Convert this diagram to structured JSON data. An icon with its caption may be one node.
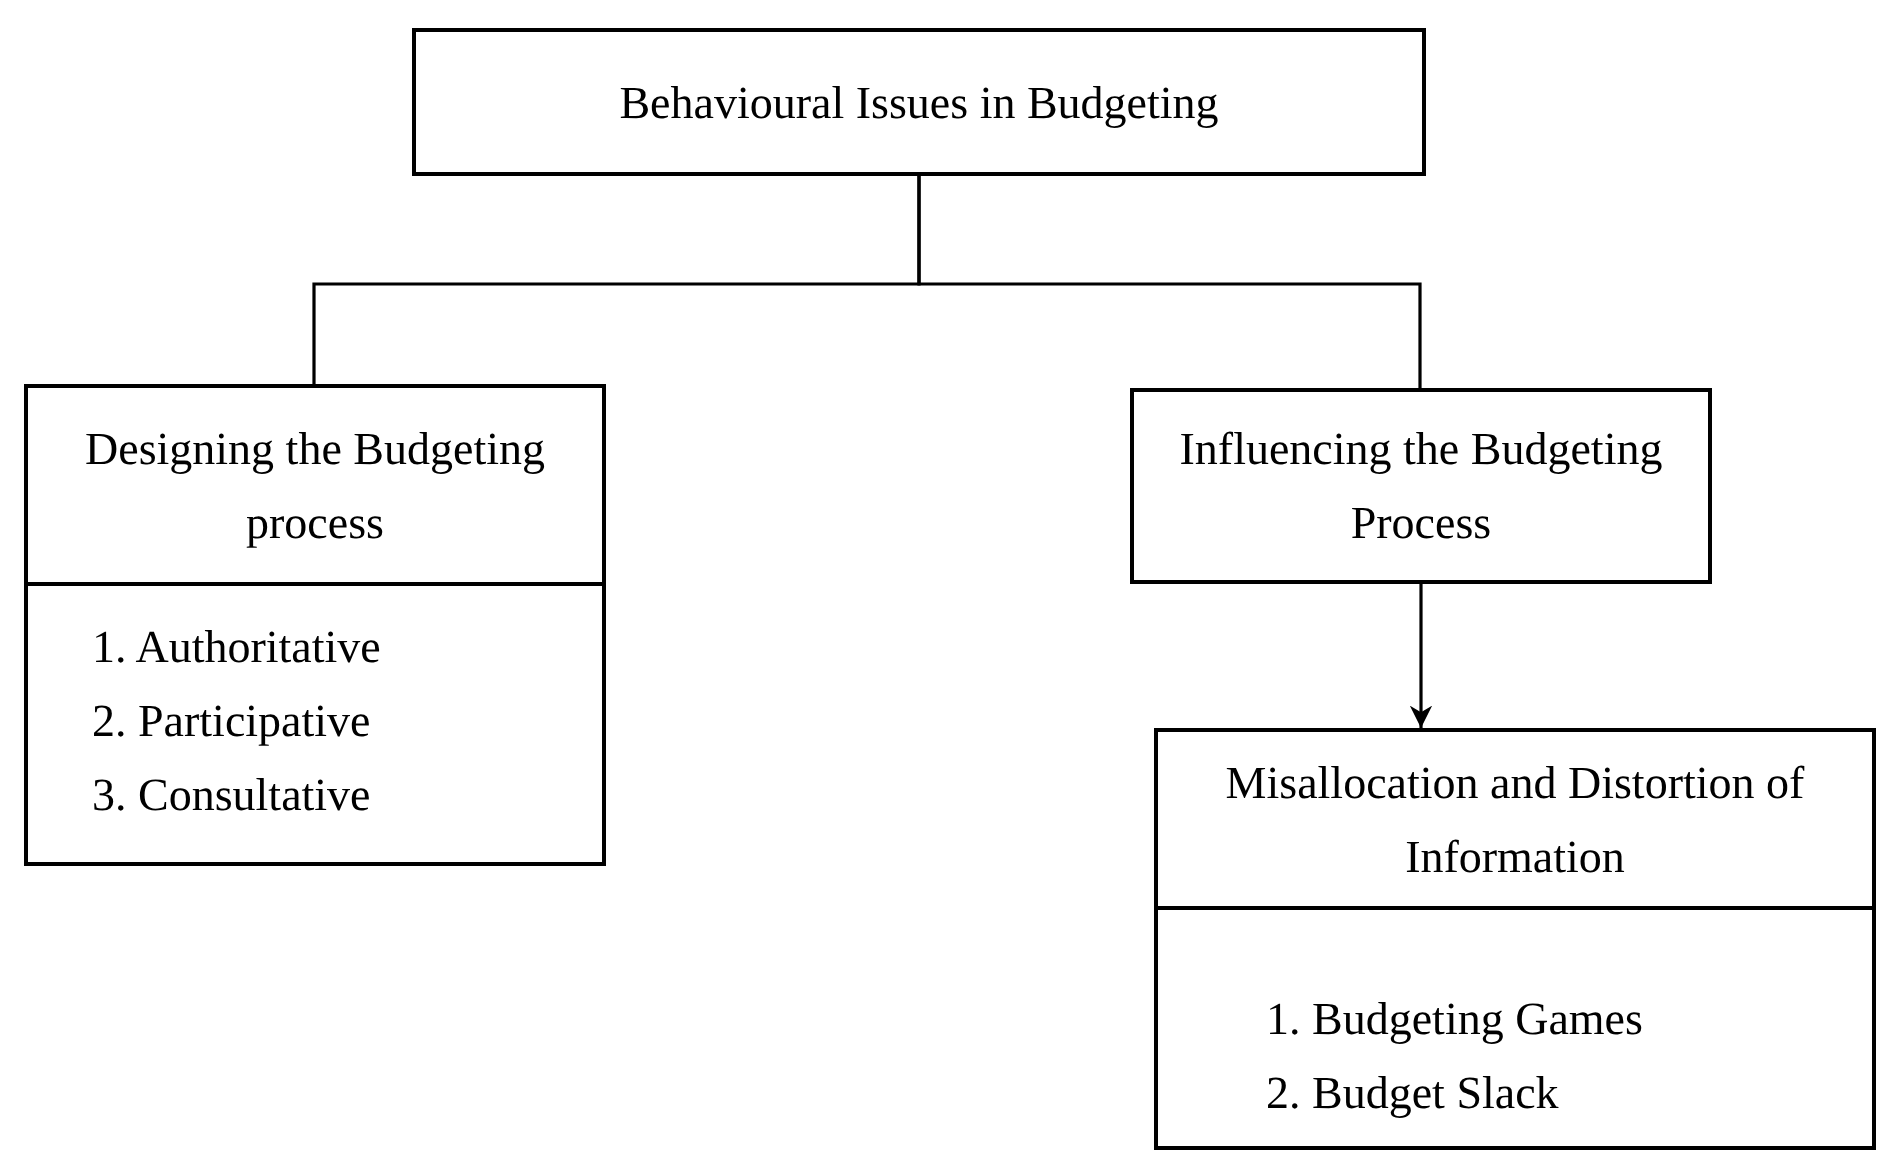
{
  "diagram": {
    "nodes": [
      {
        "text": [
          "Behavioural Issues in Budgeting"
        ]
      },
      {
        "text": [
          "Designing the Budgeting process",
          "1. Authoritative",
          "2. Participative",
          "3. Consultative"
        ]
      },
      {
        "text": [
          "Influencing the Budgeting Process"
        ]
      },
      {
        "text": [
          "Misallocation and Distortion of Information",
          "1. Budgeting Games",
          "2. Budget Slack"
        ]
      }
    ],
    "edges": [
      {
        "from": 0,
        "to": 1,
        "arrow": "none"
      },
      {
        "from": 0,
        "to": 2,
        "arrow": "none"
      },
      {
        "from": 2,
        "to": 3,
        "arrow": "to"
      }
    ]
  }
}
